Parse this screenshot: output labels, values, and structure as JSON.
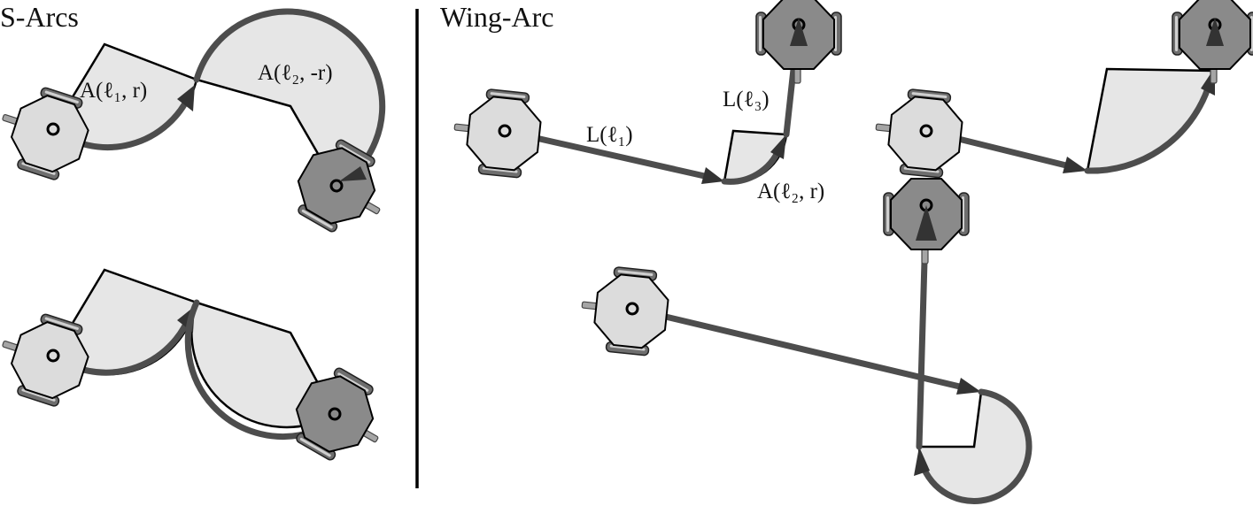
{
  "panels": {
    "left_title": "S-Arcs",
    "right_title": "Wing-Arc"
  },
  "labels": {
    "arc1": "A(ℓ₁, r)",
    "arc2": "A(ℓ₂, -r)",
    "line1": "L(ℓ₁)",
    "line3": "L(ℓ₃)",
    "arc_wing": "A(ℓ₂, r)"
  },
  "colors": {
    "wedge_fill": "#e6e6e6",
    "path_stroke": "#4d4d4d",
    "robot_start": "#dcdcdc",
    "robot_goal": "#8a8a8a"
  }
}
